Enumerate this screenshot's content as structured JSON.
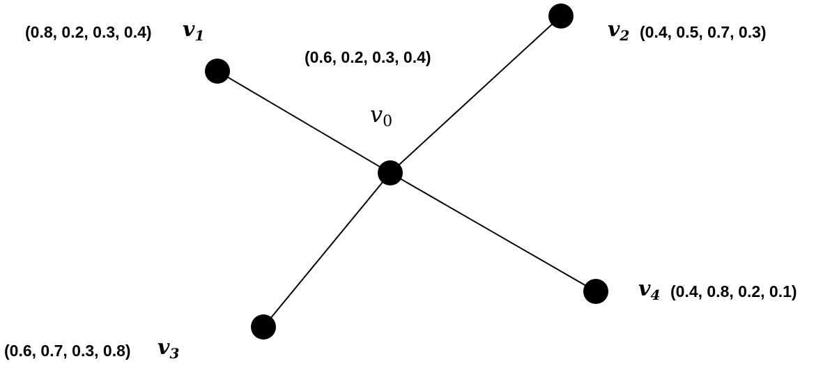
{
  "colors": {
    "background": "#ffffff",
    "node": "#000000",
    "edge": "#000000",
    "text": "#000000"
  },
  "center": {
    "name_base": "v",
    "name_sub": "0",
    "values": "(0.6, 0.2, 0.3, 0.4)"
  },
  "nodes": [
    {
      "id": "v1",
      "name_base": "v",
      "name_sub": "1",
      "values": "(0.8, 0.2, 0.3, 0.4)"
    },
    {
      "id": "v2",
      "name_base": "v",
      "name_sub": "2",
      "values": "(0.4, 0.5, 0.7, 0.3)"
    },
    {
      "id": "v3",
      "name_base": "v",
      "name_sub": "3",
      "values": "(0.6, 0.7, 0.3, 0.8)"
    },
    {
      "id": "v4",
      "name_base": "v",
      "name_sub": "4",
      "values": "(0.4, 0.8, 0.2, 0.1)"
    }
  ],
  "edges": [
    {
      "from": "v0",
      "to": "v1"
    },
    {
      "from": "v0",
      "to": "v2"
    },
    {
      "from": "v0",
      "to": "v3"
    },
    {
      "from": "v0",
      "to": "v4"
    }
  ]
}
